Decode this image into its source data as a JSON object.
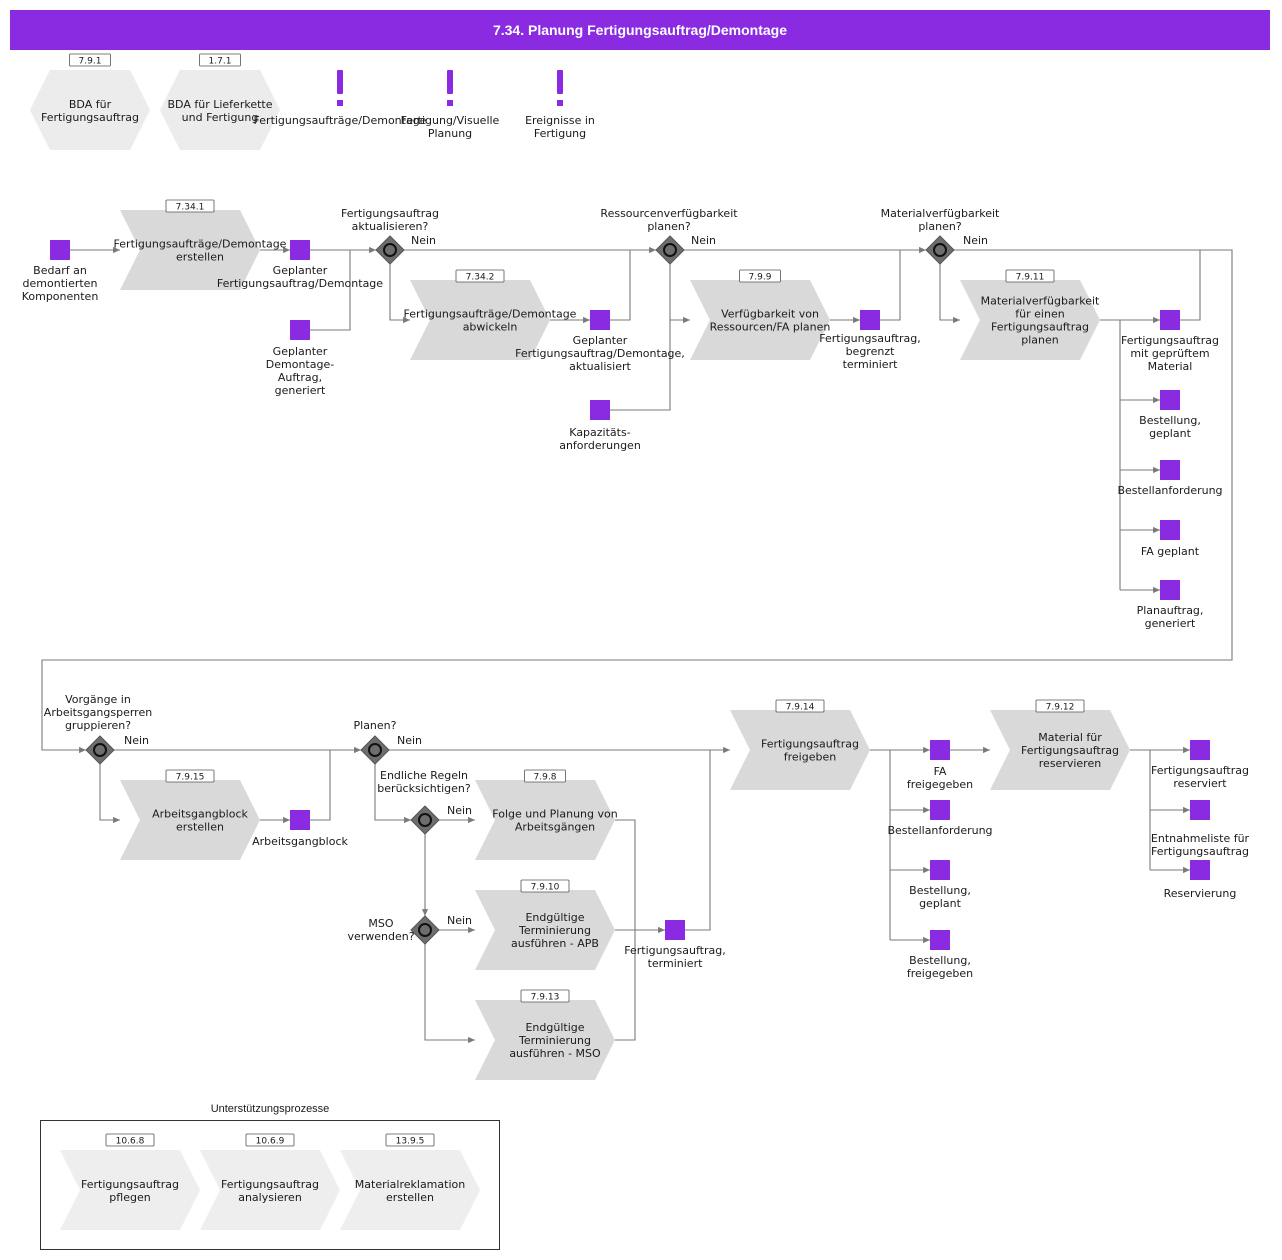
{
  "title": "7.34. Planung Fertigungsauftrag/Demontage",
  "colors": {
    "header": "#8a2be2",
    "event": "#8a2be2",
    "function": "#d9d9da",
    "gateway": "#6e6e6e",
    "line": "#7a7a7a"
  },
  "top_links": [
    {
      "ref": "7.9.1",
      "label": [
        "BDA für",
        "Fertigungsauftrag"
      ]
    },
    {
      "ref": "1.7.1",
      "label": [
        "BDA für Lieferkette",
        "und Fertigung"
      ]
    }
  ],
  "top_events": [
    {
      "label": [
        "Fertigungsaufträge/Demontage"
      ]
    },
    {
      "label": [
        "Fertigung/Visuelle",
        "Planung"
      ]
    },
    {
      "label": [
        "Ereignisse in",
        "Fertigung"
      ]
    }
  ],
  "functions": {
    "f1": {
      "ref": "7.34.1",
      "label": [
        "Fertigungsaufträge/Demontage",
        "erstellen"
      ]
    },
    "f2": {
      "ref": "7.34.2",
      "label": [
        "Fertigungsaufträge/Demontage",
        "abwickeln"
      ]
    },
    "f3": {
      "ref": "7.9.9",
      "label": [
        "Verfügbarkeit von",
        "Ressourcen/FA planen"
      ]
    },
    "f4": {
      "ref": "7.9.11",
      "label": [
        "Materialverfügbarkeit",
        "für einen",
        "Fertigungsauftrag",
        "planen"
      ]
    },
    "f5": {
      "ref": "7.9.15",
      "label": [
        "Arbeitsgangblock",
        "erstellen"
      ]
    },
    "f6": {
      "ref": "7.9.8",
      "label": [
        "Folge und Planung von",
        "Arbeitsgängen"
      ]
    },
    "f7": {
      "ref": "7.9.10",
      "label": [
        "Endgültige",
        "Terminierung",
        "ausführen - APB"
      ]
    },
    "f8": {
      "ref": "7.9.13",
      "label": [
        "Endgültige",
        "Terminierung",
        "ausführen - MSO"
      ]
    },
    "f9": {
      "ref": "7.9.14",
      "label": [
        "Fertigungsauftrag",
        "freigeben"
      ]
    },
    "f10": {
      "ref": "7.9.12",
      "label": [
        "Material für",
        "Fertigungsauftrag",
        "reservieren"
      ]
    }
  },
  "events": {
    "e1": [
      "Bedarf an",
      "demontierten",
      "Komponenten"
    ],
    "e2": [
      "Geplanter",
      "Fertigungsauftrag/Demontage"
    ],
    "e3": [
      "Geplanter",
      "Demontage-",
      "Auftrag,",
      "generiert"
    ],
    "e4": [
      "Geplanter",
      "Fertigungsauftrag/Demontage,",
      "aktualisiert"
    ],
    "e5": [
      "Kapazitäts-",
      "anforderungen"
    ],
    "e6": [
      "Fertigungsauftrag,",
      "begrenzt",
      "terminiert"
    ],
    "e7": [
      "Fertigungsauftrag",
      "mit geprüftem",
      "Material"
    ],
    "e8": [
      "Bestellung,",
      "geplant"
    ],
    "e9": [
      "Bestellanforderung"
    ],
    "e10": [
      "FA geplant"
    ],
    "e11": [
      "Planauftrag,",
      "generiert"
    ],
    "e12": [
      "Arbeitsgangblock"
    ],
    "e13": [
      "Fertigungsauftrag,",
      "terminiert"
    ],
    "e14": [
      "FA",
      "freigegeben"
    ],
    "e15": [
      "Bestellanforderung"
    ],
    "e16": [
      "Bestellung,",
      "geplant"
    ],
    "e17": [
      "Bestellung,",
      "freigegeben"
    ],
    "e18": [
      "Fertigungsauftrag",
      "reserviert"
    ],
    "e19": [
      "Entnahmeliste für",
      "Fertigungsauftrag"
    ],
    "e20": [
      "Reservierung"
    ]
  },
  "gateways": {
    "g1": {
      "question": [
        "Fertigungsauftrag",
        "aktualisieren?"
      ],
      "no": "Nein"
    },
    "g2": {
      "question": [
        "Ressourcenverfügbarkeit",
        "planen?"
      ],
      "no": "Nein"
    },
    "g3": {
      "question": [
        "Materialverfügbarkeit",
        "planen?"
      ],
      "no": "Nein"
    },
    "g4": {
      "question": [
        "Vorgänge in",
        "Arbeitsgangsperren",
        "gruppieren?"
      ],
      "no": "Nein"
    },
    "g5": {
      "question": [
        "Planen?"
      ],
      "no": "Nein"
    },
    "g6": {
      "question": [
        "Endliche Regeln",
        "berücksichtigen?"
      ],
      "no": "Nein"
    },
    "g7": {
      "question": [
        "MSO",
        "verwenden?"
      ],
      "no": "Nein"
    }
  },
  "support": {
    "title": "Unterstützungsprozesse",
    "items": [
      {
        "ref": "10.6.8",
        "label": [
          "Fertigungsauftrag",
          "pflegen"
        ]
      },
      {
        "ref": "10.6.9",
        "label": [
          "Fertigungsauftrag",
          "analysieren"
        ]
      },
      {
        "ref": "13.9.5",
        "label": [
          "Materialreklamation",
          "erstellen"
        ]
      }
    ]
  }
}
